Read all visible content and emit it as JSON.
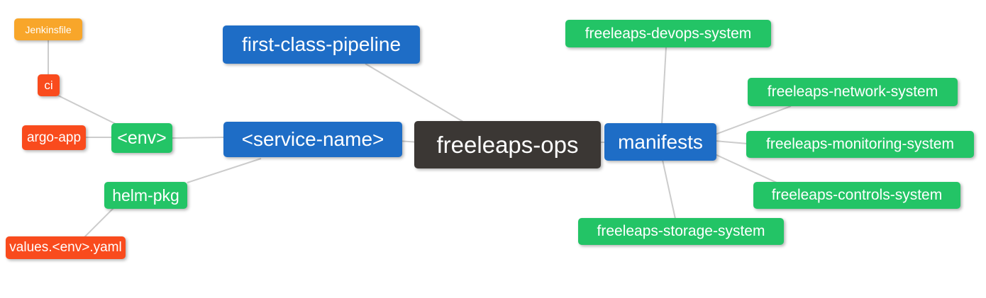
{
  "diagram": {
    "title": "freeleaps-ops mindmap",
    "root_label": "freeleaps-ops",
    "palette": {
      "blue": "#1E6DC6",
      "green": "#23C466",
      "red": "#F94B1D",
      "orange": "#F8A62A",
      "dark": "#3B3734",
      "edge_line": "#CCCCCC",
      "node_text": "#FFFFFF",
      "background": "#FFFFFF"
    },
    "nodes": {
      "jenkinsfile": {
        "label": "Jenkinsfile",
        "color": "orange"
      },
      "ci": {
        "label": "ci",
        "color": "red"
      },
      "argo_app": {
        "label": "argo-app",
        "color": "red"
      },
      "env": {
        "label": "<env>",
        "color": "green"
      },
      "helm_pkg": {
        "label": "helm-pkg",
        "color": "green"
      },
      "values_env_yaml": {
        "label": "values.<env>.yaml",
        "color": "red"
      },
      "first_class_pipeline": {
        "label": "first-class-pipeline",
        "color": "blue"
      },
      "service_name": {
        "label": "<service-name>",
        "color": "blue"
      },
      "freeleaps_ops": {
        "label": "freeleaps-ops",
        "color": "dark"
      },
      "manifests": {
        "label": "manifests",
        "color": "blue"
      },
      "devops_system": {
        "label": "freeleaps-devops-system",
        "color": "green"
      },
      "network_system": {
        "label": "freeleaps-network-system",
        "color": "green"
      },
      "monitoring_system": {
        "label": "freeleaps-monitoring-system",
        "color": "green"
      },
      "controls_system": {
        "label": "freeleaps-controls-system",
        "color": "green"
      },
      "storage_system": {
        "label": "freeleaps-storage-system",
        "color": "green"
      }
    },
    "edges": [
      {
        "from": "jenkinsfile",
        "to": "ci"
      },
      {
        "from": "ci",
        "to": "env"
      },
      {
        "from": "argo_app",
        "to": "env"
      },
      {
        "from": "env",
        "to": "service_name"
      },
      {
        "from": "service_name",
        "to": "helm_pkg"
      },
      {
        "from": "helm_pkg",
        "to": "values_env_yaml"
      },
      {
        "from": "first_class_pipeline",
        "to": "freeleaps_ops"
      },
      {
        "from": "service_name",
        "to": "freeleaps_ops"
      },
      {
        "from": "freeleaps_ops",
        "to": "manifests"
      },
      {
        "from": "manifests",
        "to": "devops_system"
      },
      {
        "from": "manifests",
        "to": "network_system"
      },
      {
        "from": "manifests",
        "to": "monitoring_system"
      },
      {
        "from": "manifests",
        "to": "controls_system"
      },
      {
        "from": "manifests",
        "to": "storage_system"
      }
    ]
  }
}
